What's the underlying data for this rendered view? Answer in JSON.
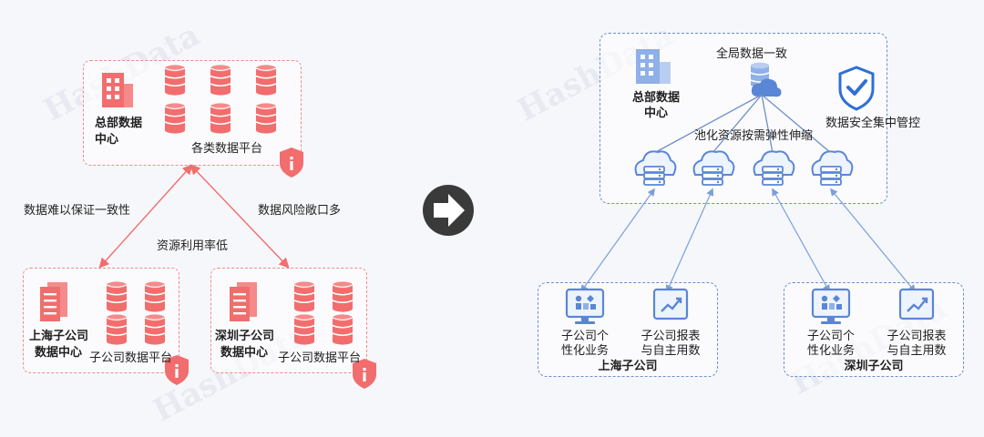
{
  "watermark": "HashData",
  "colors": {
    "red": "#f26d6d",
    "blue": "#5a86d6",
    "arrow_fill": "#3a3a3a"
  },
  "left": {
    "hq": {
      "title_line1": "总部数据",
      "title_line2": "中心",
      "platform": "各类数据平台"
    },
    "shanghai": {
      "title_line1": "上海子公司",
      "title_line2": "数据中心",
      "platform": "子公司数据平台"
    },
    "shenzhen": {
      "title_line1": "深圳子公司",
      "title_line2": "数据中心",
      "platform": "子公司数据平台"
    },
    "problems": {
      "consistency": "数据难以保证一致性",
      "risk": "数据风险敞口多",
      "utilization": "资源利用率低"
    }
  },
  "right": {
    "hq": {
      "title_line1": "总部数据",
      "title_line2": "中心",
      "global": "全局数据一致",
      "security": "数据安全集中管控",
      "pool": "池化资源按需弹性伸缩"
    },
    "shanghai": {
      "name": "上海子公司",
      "biz_line1": "子公司个",
      "biz_line2": "性化业务",
      "report_line1": "子公司报表",
      "report_line2": "与自主用数"
    },
    "shenzhen": {
      "name": "深圳子公司",
      "biz_line1": "子公司个",
      "biz_line2": "性化业务",
      "report_line1": "子公司报表",
      "report_line2": "与自主用数"
    }
  }
}
